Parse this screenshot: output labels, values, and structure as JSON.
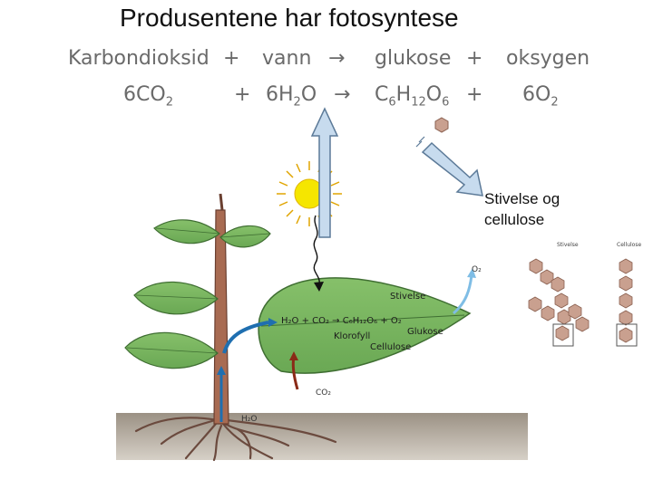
{
  "title": "Produsentene har fotosyntese",
  "equation_words": {
    "carbon_dioxide": "Karbondioksid",
    "plus1": "+",
    "water": "vann",
    "arrow": "→",
    "glucose": "glukose",
    "plus2": "+",
    "oxygen": "oksygen"
  },
  "equation_formula": {
    "co2_coef": "6CO",
    "co2_sub": "2",
    "plus1": "+",
    "h2o_coef": "6H",
    "h2o_sub": "2",
    "h2o_tail": "O",
    "arrow": "→",
    "c": "C",
    "c_sub": "6",
    "h": "H",
    "h_sub": "12",
    "o": "O",
    "o_sub": "6",
    "plus2": "+",
    "o2_coef": "6O",
    "o2_sub": "2"
  },
  "stivelse_label": {
    "line1": "Stivelse og",
    "line2": "cellulose"
  },
  "leaf_labels": {
    "reaction": "H₂O + CO₂ → C₆H₁₂O₆ + O₂",
    "stivelse": "Stivelse",
    "klorofyll": "Klorofyll",
    "glukose": "Glukose",
    "cellulose": "Cellulose",
    "o2": "O₂",
    "co2": "CO₂",
    "h2o": "H₂O"
  },
  "structure_labels": {
    "stivelse": "Stivelse",
    "cellulose": "Cellulose"
  },
  "colors": {
    "equation_text": "#6a6a6a",
    "leaf_green": "#7cb861",
    "leaf_dark": "#3f7a2f",
    "stem_brown": "#a8684e",
    "sun_yellow": "#f3e300",
    "arrow_fill": "#c7dbee",
    "arrow_stroke": "#5c7a98",
    "water_arrow": "#1f6fb0",
    "co2_arrow": "#8a2a17",
    "soil": "#8c8276",
    "hexagon": "#c9a08f"
  }
}
